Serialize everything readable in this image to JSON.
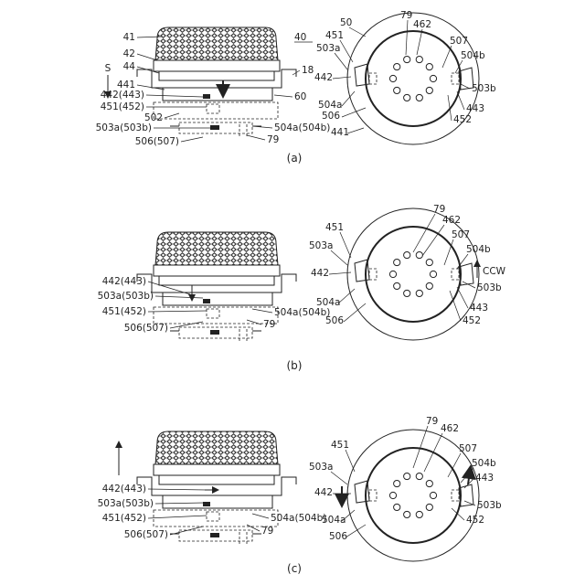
{
  "panels": [
    {
      "id": "a",
      "caption": "(a)",
      "left_labels": [
        {
          "id": "l41",
          "text": "41"
        },
        {
          "id": "l40",
          "text": "40"
        },
        {
          "id": "l42",
          "text": "42"
        },
        {
          "id": "lS",
          "text": "S"
        },
        {
          "id": "l44",
          "text": "44"
        },
        {
          "id": "l18",
          "text": "18"
        },
        {
          "id": "l441",
          "text": "441"
        },
        {
          "id": "l442",
          "text": "442(443)"
        },
        {
          "id": "l60",
          "text": "60"
        },
        {
          "id": "l451",
          "text": "451(452)"
        },
        {
          "id": "l502",
          "text": "502"
        },
        {
          "id": "l503",
          "text": "503a(503b)"
        },
        {
          "id": "l504",
          "text": "504a(504b)"
        },
        {
          "id": "l506",
          "text": "506(507)"
        },
        {
          "id": "l79",
          "text": "79"
        }
      ],
      "right_labels": [
        {
          "id": "r50",
          "text": "50"
        },
        {
          "id": "r79",
          "text": "79"
        },
        {
          "id": "r462",
          "text": "462"
        },
        {
          "id": "r451",
          "text": "451"
        },
        {
          "id": "r503a",
          "text": "503a"
        },
        {
          "id": "r507",
          "text": "507"
        },
        {
          "id": "r504b",
          "text": "504b"
        },
        {
          "id": "r442",
          "text": "442"
        },
        {
          "id": "r503b",
          "text": "503b"
        },
        {
          "id": "r504a",
          "text": "504a"
        },
        {
          "id": "r443",
          "text": "443"
        },
        {
          "id": "r506",
          "text": "506"
        },
        {
          "id": "r452",
          "text": "452"
        },
        {
          "id": "r441",
          "text": "441"
        }
      ]
    },
    {
      "id": "b",
      "caption": "(b)",
      "left_labels": [
        {
          "id": "l442",
          "text": "442(443)"
        },
        {
          "id": "l503",
          "text": "503a(503b)"
        },
        {
          "id": "l504",
          "text": "504a(504b)"
        },
        {
          "id": "l451",
          "text": "451(452)"
        },
        {
          "id": "l79",
          "text": "79"
        },
        {
          "id": "l506",
          "text": "506(507)"
        }
      ],
      "right_labels": [
        {
          "id": "r79",
          "text": "79"
        },
        {
          "id": "r462",
          "text": "462"
        },
        {
          "id": "r451",
          "text": "451"
        },
        {
          "id": "r507",
          "text": "507"
        },
        {
          "id": "r503a",
          "text": "503a"
        },
        {
          "id": "r504b",
          "text": "504b"
        },
        {
          "id": "rCCW",
          "text": "CCW"
        },
        {
          "id": "r442",
          "text": "442"
        },
        {
          "id": "r503b",
          "text": "503b"
        },
        {
          "id": "r504a",
          "text": "504a"
        },
        {
          "id": "r443",
          "text": "443"
        },
        {
          "id": "r506",
          "text": "506"
        },
        {
          "id": "r452",
          "text": "452"
        }
      ]
    },
    {
      "id": "c",
      "caption": "(c)",
      "left_labels": [
        {
          "id": "l442",
          "text": "442(443)"
        },
        {
          "id": "l503",
          "text": "503a(503b)"
        },
        {
          "id": "l451",
          "text": "451(452)"
        },
        {
          "id": "l504",
          "text": "504a(504b)"
        },
        {
          "id": "l506",
          "text": "506(507)"
        },
        {
          "id": "l79",
          "text": "79"
        }
      ],
      "right_labels": [
        {
          "id": "r79",
          "text": "79"
        },
        {
          "id": "r462",
          "text": "462"
        },
        {
          "id": "r451",
          "text": "451"
        },
        {
          "id": "r507",
          "text": "507"
        },
        {
          "id": "r503a",
          "text": "503a"
        },
        {
          "id": "r504b",
          "text": "504b"
        },
        {
          "id": "r443",
          "text": "443"
        },
        {
          "id": "r442",
          "text": "442"
        },
        {
          "id": "r503b",
          "text": "503b"
        },
        {
          "id": "r504a",
          "text": "504a"
        },
        {
          "id": "r506",
          "text": "506"
        },
        {
          "id": "r452",
          "text": "452"
        }
      ]
    }
  ]
}
